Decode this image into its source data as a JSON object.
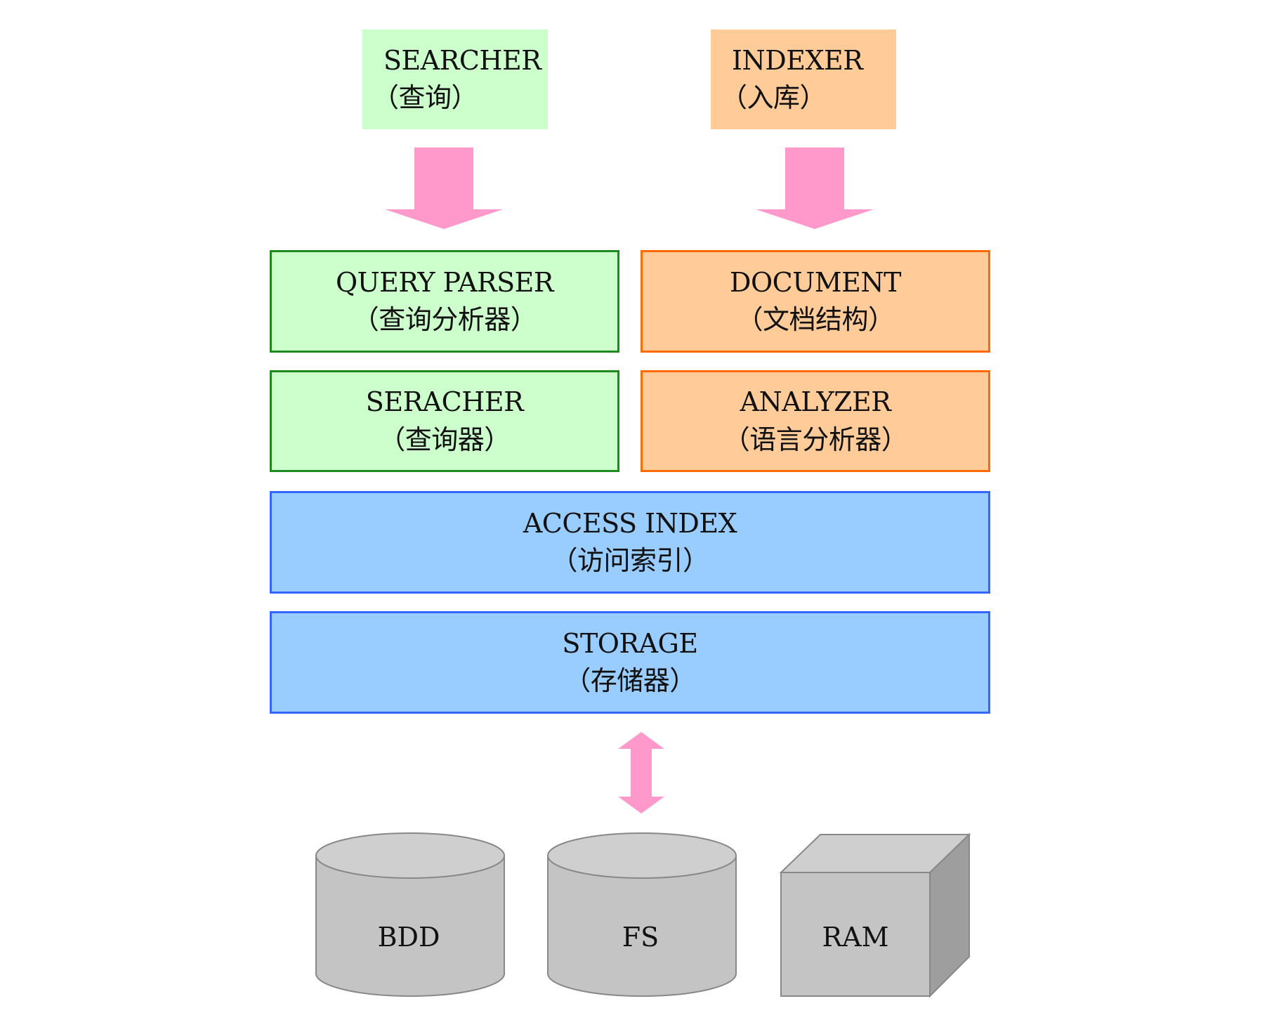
{
  "colors": {
    "green_fill": "#ccffcc",
    "green_border": "#1f8a1f",
    "orange_fill": "#ffcc99",
    "orange_border": "#ff6a00",
    "blue_fill": "#99ccff",
    "blue_border": "#3366ff",
    "arrow_fill": "#ff99cc",
    "storage_fill": "#c4c4c4",
    "storage_stroke": "#888888"
  },
  "searcher": {
    "title": "SEARCHER",
    "subtitle": "（查询）"
  },
  "indexer": {
    "title": "INDEXER",
    "subtitle": "（入库）"
  },
  "query_parser": {
    "title": "QUERY PARSER",
    "subtitle": "（查询分析器）"
  },
  "document": {
    "title": "DOCUMENT",
    "subtitle": "（文档结构）"
  },
  "seracher": {
    "title": "SERACHER",
    "subtitle": "（查询器）"
  },
  "analyzer": {
    "title": "ANALYZER",
    "subtitle": "（语言分析器）"
  },
  "access_index": {
    "title": "ACCESS INDEX",
    "subtitle": "（访问索引）"
  },
  "storage": {
    "title": "STORAGE",
    "subtitle": "（存储器）"
  },
  "backends": {
    "bdd": "BDD",
    "fs": "FS",
    "ram": "RAM"
  }
}
